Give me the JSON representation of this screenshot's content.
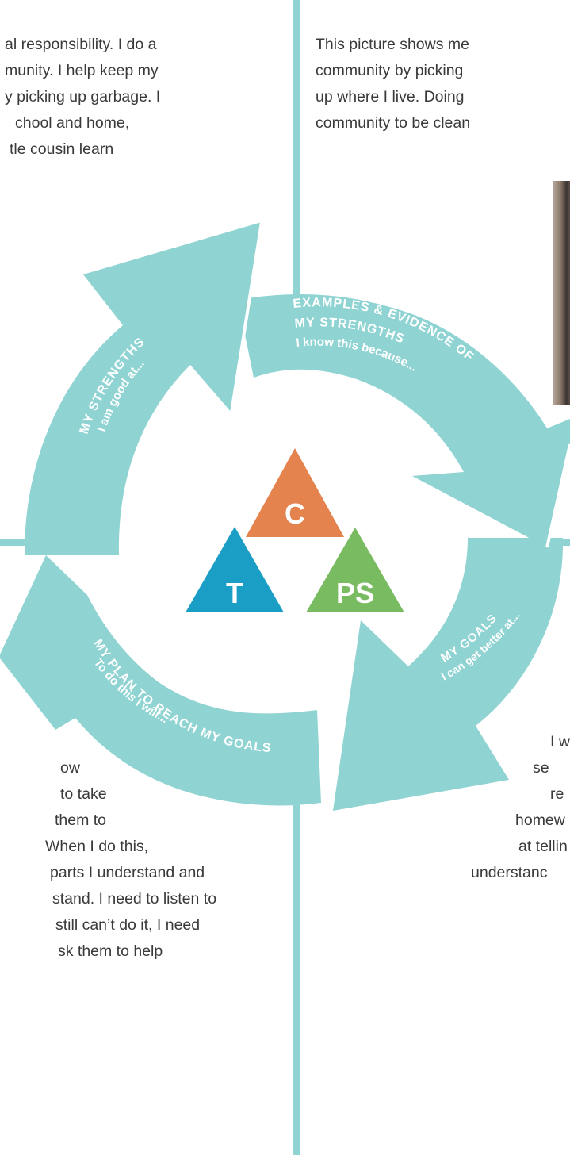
{
  "top_left_text": [
    "al responsibility. I do a",
    "munity. I help keep my",
    "y picking up garbage. I",
    "chool and home,",
    "tle cousin learn"
  ],
  "top_right_text": [
    "This picture shows me",
    "community by picking",
    "up where I live.   Doing",
    "community to be clean"
  ],
  "bottom_left_text": [
    "ow",
    "to take",
    "them to",
    "When I do this,",
    "parts I understand and",
    "stand. I need to listen to",
    "still can’t do it, I need",
    "sk them to help"
  ],
  "bottom_right_text": [
    "I w",
    "se",
    "re",
    "homew",
    "at tellin",
    "understanc"
  ],
  "cycle": {
    "strengths": {
      "title": "MY STRENGTHS",
      "subtitle": "I am good at..."
    },
    "evidence": {
      "title_line1": "EXAMPLES & EVIDENCE OF",
      "title_line2": "MY STRENGTHS",
      "subtitle": "I know this because..."
    },
    "goals": {
      "title": "MY GOALS",
      "subtitle": "I can get better at..."
    },
    "plan": {
      "title": "MY PLAN TO REACH MY GOALS",
      "subtitle": "To do this I will..."
    }
  },
  "triangles": [
    {
      "label": "C",
      "color": "#e5834f"
    },
    {
      "label": "T",
      "color": "#1b9ec5"
    },
    {
      "label": "PS",
      "color": "#79bb60"
    }
  ],
  "colors": {
    "arrow": "#8fd3d2",
    "divider": "#8fd3d2",
    "text": "#3a3a3a"
  },
  "photo": {
    "description_icon": "photo-icon"
  }
}
